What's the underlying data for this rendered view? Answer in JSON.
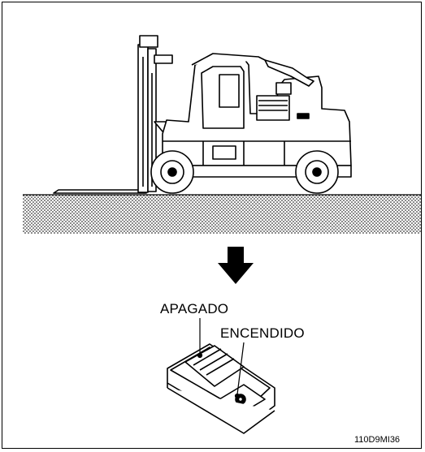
{
  "figure": {
    "labels": {
      "off": "APAGADO",
      "on": "ENCENDIDO"
    },
    "code": "110D9MI36",
    "icons": {
      "forklift": "forklift-icon",
      "arrow": "arrow-down-icon",
      "switch": "seat-switch-icon"
    }
  }
}
